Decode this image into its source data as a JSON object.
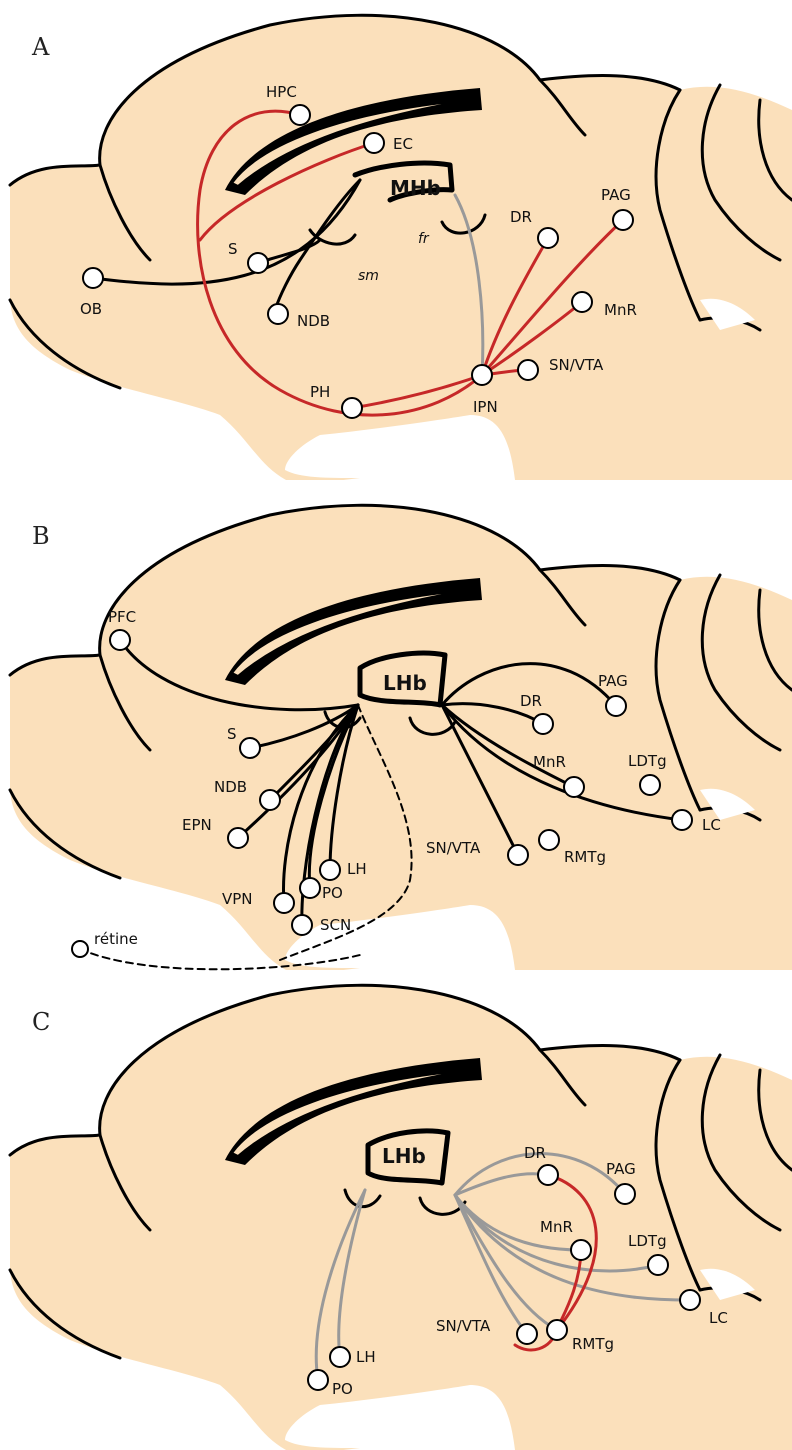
{
  "colors": {
    "tissue": "#fbe0bb",
    "black": "#000000",
    "red": "#c62828",
    "gray": "#999999"
  },
  "panels": [
    {
      "letter": "A",
      "habenula": "MHb",
      "tracts": {
        "sm": "sm",
        "fr": "fr"
      },
      "labels": {
        "hpc": "HPC",
        "ec": "EC",
        "s": "S",
        "ob": "OB",
        "ndb": "NDB",
        "dr": "DR",
        "pag": "PAG",
        "mnr": "MnR",
        "snvta": "SN/VTA",
        "ph": "PH",
        "ipn": "IPN"
      }
    },
    {
      "letter": "B",
      "habenula": "LHb",
      "labels": {
        "pfc": "PFC",
        "s": "S",
        "ndb": "NDB",
        "epn": "EPN",
        "vpn": "VPN",
        "lh": "LH",
        "po": "PO",
        "scn": "SCN",
        "retine": "rétine",
        "dr": "DR",
        "pag": "PAG",
        "mnr": "MnR",
        "ldtg": "LDTg",
        "lc": "LC",
        "snvta": "SN/VTA",
        "rmtg": "RMTg"
      }
    },
    {
      "letter": "C",
      "habenula": "LHb",
      "labels": {
        "pag": "PAG",
        "dr": "DR",
        "mnr": "MnR",
        "ldtg": "LDTg",
        "lc": "LC",
        "snvta": "SN/VTA",
        "rmtg": "RMTg",
        "lh": "LH",
        "po": "PO"
      }
    }
  ]
}
